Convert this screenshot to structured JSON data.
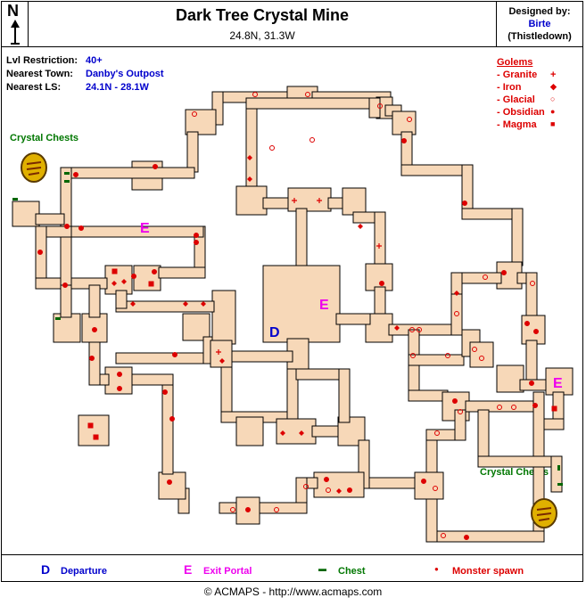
{
  "title": "Dark Tree Crystal Mine",
  "coords": "24.8N, 31.3W",
  "compass": "N",
  "designer": {
    "label": "Designed by:",
    "name": "Birte",
    "server": "(Thistledown)"
  },
  "info": [
    {
      "label": "Lvl Restriction:",
      "value": "40+"
    },
    {
      "label": "Nearest Town:",
      "value": "Danby's Outpost"
    },
    {
      "label": "Nearest LS:",
      "value": "24.1N - 28.1W"
    }
  ],
  "golems": {
    "title": "Golems",
    "items": [
      {
        "label": "- Granite",
        "symbol": "+"
      },
      {
        "label": "- Iron",
        "symbol": "◆"
      },
      {
        "label": "- Glacial",
        "symbol": "○"
      },
      {
        "label": "- Obsidian",
        "symbol": "●"
      },
      {
        "label": "- Magma",
        "symbol": "■"
      }
    ]
  },
  "crystal_chests": [
    "Crystal Chests",
    "Crystal Chests"
  ],
  "map_markers": {
    "departure": "D",
    "exit": "E"
  },
  "legend": [
    {
      "symbol": "D",
      "label": "Departure"
    },
    {
      "symbol": "E",
      "label": "Exit Portal"
    },
    {
      "symbol": "▬",
      "label": "Chest"
    },
    {
      "symbol": "●",
      "label": "Monster spawn"
    }
  ],
  "footer": "© ACMAPS - http://www.acmaps.com",
  "colors": {
    "floor": "#f7d8b8",
    "wall": "#000000",
    "spawn": "#dd0000",
    "departure": "#0000cc",
    "exit": "#ee00ee",
    "chest": "#006600"
  }
}
